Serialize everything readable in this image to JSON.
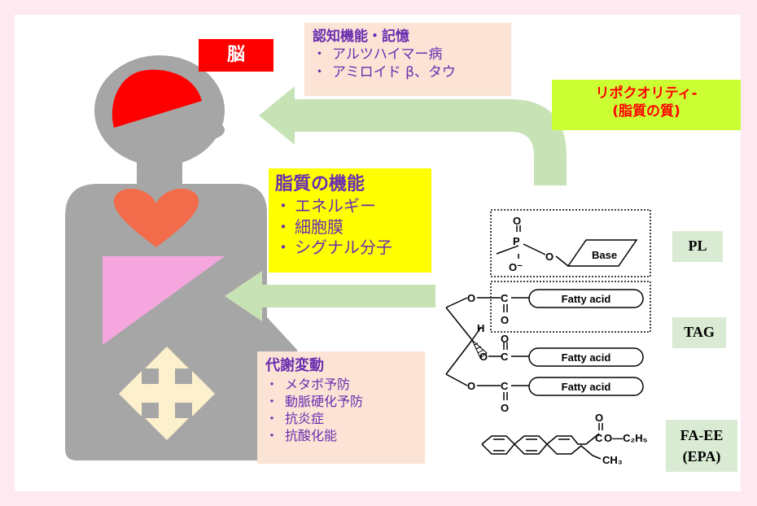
{
  "brain_label": "脳",
  "cognition": {
    "title": "認知機能・記憶",
    "items": [
      "アルツハイマー病",
      "アミロイド β、タウ"
    ]
  },
  "lipo": {
    "line1": "リポクオリティ-",
    "line2": "(脂質の質)"
  },
  "lipid_function": {
    "title": "脂質の機能",
    "items": [
      "エネルギー",
      "細胞膜",
      "シグナル分子"
    ]
  },
  "metabolic": {
    "title": "代謝変動",
    "items": [
      "メタボ予防",
      "動脈硬化予防",
      "抗炎症",
      "抗酸化能"
    ]
  },
  "chem": {
    "base": "Base",
    "fatty_acid": "Fatty acid",
    "atom_o": "O",
    "atom_p": "P",
    "atom_c": "C",
    "atom_h": "H",
    "o_minus": "O⁻",
    "ethyl": "O—C₂H₅",
    "ch3": "CH₃"
  },
  "tags": {
    "pl": "PL",
    "tag": "TAG",
    "faee_line1": "FA-EE",
    "faee_line2": "(EPA)"
  },
  "colors": {
    "page_border": "#fde9ef",
    "silhouette": "#a6a6a6",
    "brain": "#ff0000",
    "heart": "#f26b4a",
    "liver": "#f6a6df",
    "arrow_cross": "#fdf0cc",
    "flow_arrow": "#c7e3b6",
    "text_purple": "#6a2db0",
    "label_red": "#ff0000",
    "peach_box": "#fbe4d5",
    "yellow_box": "#ffff00",
    "lime_box": "#ccff33",
    "tag_box": "#d9ebd3"
  }
}
